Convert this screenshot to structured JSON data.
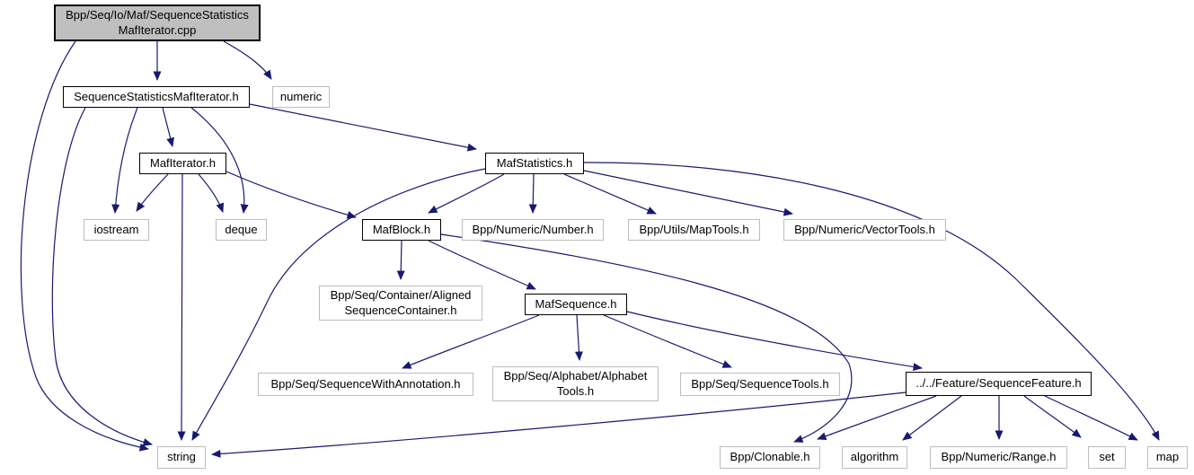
{
  "diagram": {
    "kind": "include-dependency-graph",
    "colors": {
      "edge": "#191970",
      "node_fill": "#ffffff",
      "title_node_fill": "#bfbfbf",
      "project_node_border": "#000000",
      "external_node_border": "#bdbdbd",
      "text": "#000000",
      "background": "#ffffff"
    },
    "nodes": {
      "cpp": {
        "label": "Bpp/Seq/Io/Maf/SequenceStatistics\nMafIterator.cpp",
        "kind": "source-file"
      },
      "seqstats_h": {
        "label": "SequenceStatisticsMafIterator.h",
        "kind": "project-header"
      },
      "numeric": {
        "label": "numeric",
        "kind": "system-header"
      },
      "mafiterator_h": {
        "label": "MafIterator.h",
        "kind": "project-header"
      },
      "mafstatistics_h": {
        "label": "MafStatistics.h",
        "kind": "project-header"
      },
      "iostream": {
        "label": "iostream",
        "kind": "system-header"
      },
      "deque": {
        "label": "deque",
        "kind": "system-header"
      },
      "mafblock_h": {
        "label": "MafBlock.h",
        "kind": "project-header"
      },
      "number_h": {
        "label": "Bpp/Numeric/Number.h",
        "kind": "external-header"
      },
      "maptools_h": {
        "label": "Bpp/Utils/MapTools.h",
        "kind": "external-header"
      },
      "vectortools_h": {
        "label": "Bpp/Numeric/VectorTools.h",
        "kind": "external-header"
      },
      "alignedseq_h": {
        "label": "Bpp/Seq/Container/Aligned\nSequenceContainer.h",
        "kind": "external-header"
      },
      "mafsequence_h": {
        "label": "MafSequence.h",
        "kind": "project-header"
      },
      "seqwithannot_h": {
        "label": "Bpp/Seq/SequenceWithAnnotation.h",
        "kind": "external-header"
      },
      "alphabettools_h": {
        "label": "Bpp/Seq/Alphabet/Alphabet\nTools.h",
        "kind": "external-header"
      },
      "sequencetools_h": {
        "label": "Bpp/Seq/SequenceTools.h",
        "kind": "external-header"
      },
      "seqfeature_h": {
        "label": "../../Feature/SequenceFeature.h",
        "kind": "project-header"
      },
      "string": {
        "label": "string",
        "kind": "system-header"
      },
      "clonable_h": {
        "label": "Bpp/Clonable.h",
        "kind": "external-header"
      },
      "algorithm": {
        "label": "algorithm",
        "kind": "system-header"
      },
      "range_h": {
        "label": "Bpp/Numeric/Range.h",
        "kind": "external-header"
      },
      "set": {
        "label": "set",
        "kind": "system-header"
      },
      "map": {
        "label": "map",
        "kind": "system-header"
      }
    },
    "edges": [
      {
        "from": "cpp",
        "to": "seqstats_h"
      },
      {
        "from": "cpp",
        "to": "numeric"
      },
      {
        "from": "cpp",
        "to": "string"
      },
      {
        "from": "seqstats_h",
        "to": "mafiterator_h"
      },
      {
        "from": "seqstats_h",
        "to": "iostream"
      },
      {
        "from": "seqstats_h",
        "to": "deque"
      },
      {
        "from": "seqstats_h",
        "to": "mafstatistics_h"
      },
      {
        "from": "seqstats_h",
        "to": "string"
      },
      {
        "from": "mafiterator_h",
        "to": "iostream"
      },
      {
        "from": "mafiterator_h",
        "to": "deque"
      },
      {
        "from": "mafiterator_h",
        "to": "string"
      },
      {
        "from": "mafiterator_h",
        "to": "mafblock_h"
      },
      {
        "from": "mafstatistics_h",
        "to": "mafblock_h"
      },
      {
        "from": "mafstatistics_h",
        "to": "number_h"
      },
      {
        "from": "mafstatistics_h",
        "to": "maptools_h"
      },
      {
        "from": "mafstatistics_h",
        "to": "vectortools_h"
      },
      {
        "from": "mafstatistics_h",
        "to": "map"
      },
      {
        "from": "mafstatistics_h",
        "to": "string"
      },
      {
        "from": "mafblock_h",
        "to": "alignedseq_h"
      },
      {
        "from": "mafblock_h",
        "to": "mafsequence_h"
      },
      {
        "from": "mafblock_h",
        "to": "clonable_h"
      },
      {
        "from": "mafsequence_h",
        "to": "seqwithannot_h"
      },
      {
        "from": "mafsequence_h",
        "to": "alphabettools_h"
      },
      {
        "from": "mafsequence_h",
        "to": "sequencetools_h"
      },
      {
        "from": "mafsequence_h",
        "to": "seqfeature_h"
      },
      {
        "from": "seqfeature_h",
        "to": "string"
      },
      {
        "from": "seqfeature_h",
        "to": "clonable_h"
      },
      {
        "from": "seqfeature_h",
        "to": "algorithm"
      },
      {
        "from": "seqfeature_h",
        "to": "range_h"
      },
      {
        "from": "seqfeature_h",
        "to": "set"
      },
      {
        "from": "seqfeature_h",
        "to": "map"
      }
    ]
  }
}
